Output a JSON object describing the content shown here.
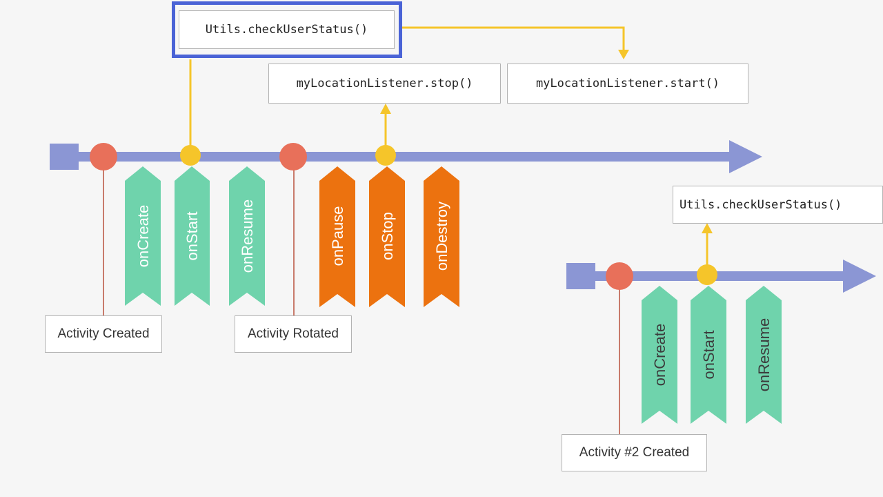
{
  "colors": {
    "timeline": "#8b96d4",
    "event_dot": "#e8705a",
    "callback_dot": "#f5c52a",
    "connector": "#f5c52a",
    "event_line": "#c87a6b",
    "start_ribbon": "#6fd3ac",
    "stop_ribbon": "#ec720f",
    "highlight": "#4a63d6"
  },
  "timeline1": {
    "callbacks": [
      "onCreate",
      "onStart",
      "onResume",
      "onPause",
      "onStop",
      "onDestroy"
    ],
    "events": [
      "Activity Created",
      "Activity Rotated"
    ],
    "code_boxes": {
      "check_status": "Utils.checkUserStatus()",
      "listener_stop": "myLocationListener.stop()",
      "listener_start": "myLocationListener.start()"
    }
  },
  "timeline2": {
    "callbacks": [
      "onCreate",
      "onStart",
      "onResume"
    ],
    "events": [
      "Activity #2 Created"
    ],
    "code_boxes": {
      "check_status": "Utils.checkUserStatus()"
    }
  }
}
